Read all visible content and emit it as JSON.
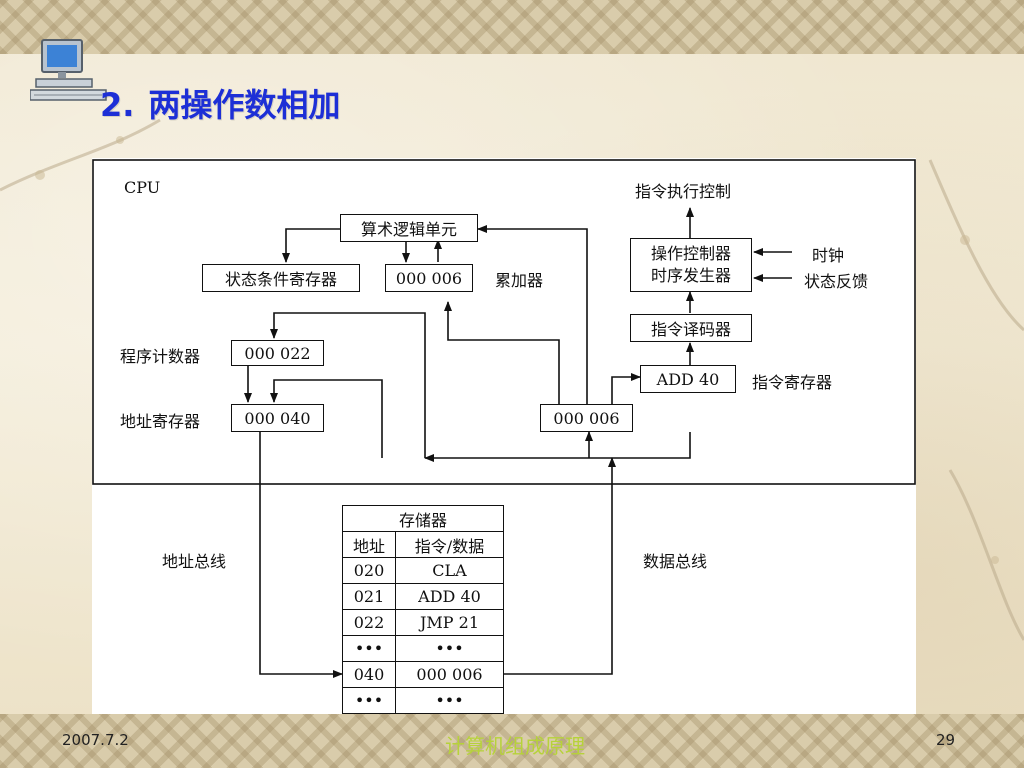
{
  "slide": {
    "title_number": "2.",
    "title_text": "两操作数相加",
    "footer_date": "2007.7.2",
    "footer_title": "计算机组成原理",
    "page_number": "29",
    "colors": {
      "title": "#1d2fd6",
      "footer_title": "#b6d23a",
      "background": "#f1e9d3"
    },
    "icons": [
      "computer-icon"
    ]
  },
  "diagram": {
    "cpu_label": "CPU",
    "alu": "算术逻辑单元",
    "status_register": "状态条件寄存器",
    "accumulator_value": "000   006",
    "accumulator_label": "累加器",
    "program_counter_label": "程序计数器",
    "program_counter_value": "000  022",
    "address_register_label": "地址寄存器",
    "address_register_value": "000  040",
    "data_register_value": "000   006",
    "instruction_exec_control": "指令执行控制",
    "control_unit_line1": "操作控制器",
    "control_unit_line2": "时序发生器",
    "clock": "时钟",
    "status_feedback": "状态反馈",
    "instruction_decoder": "指令译码器",
    "instruction_register_value": "ADD   40",
    "instruction_register_label": "指令寄存器",
    "address_bus": "地址总线",
    "data_bus": "数据总线",
    "memory": {
      "title": "存储器",
      "headers": [
        "地址",
        "指令/数据"
      ],
      "rows": [
        [
          "020",
          "CLA"
        ],
        [
          "021",
          "ADD    40"
        ],
        [
          "022",
          "JMP    21"
        ],
        [
          "•••",
          "•••"
        ],
        [
          "040",
          "000    006"
        ],
        [
          "•••",
          "•••"
        ]
      ]
    }
  }
}
